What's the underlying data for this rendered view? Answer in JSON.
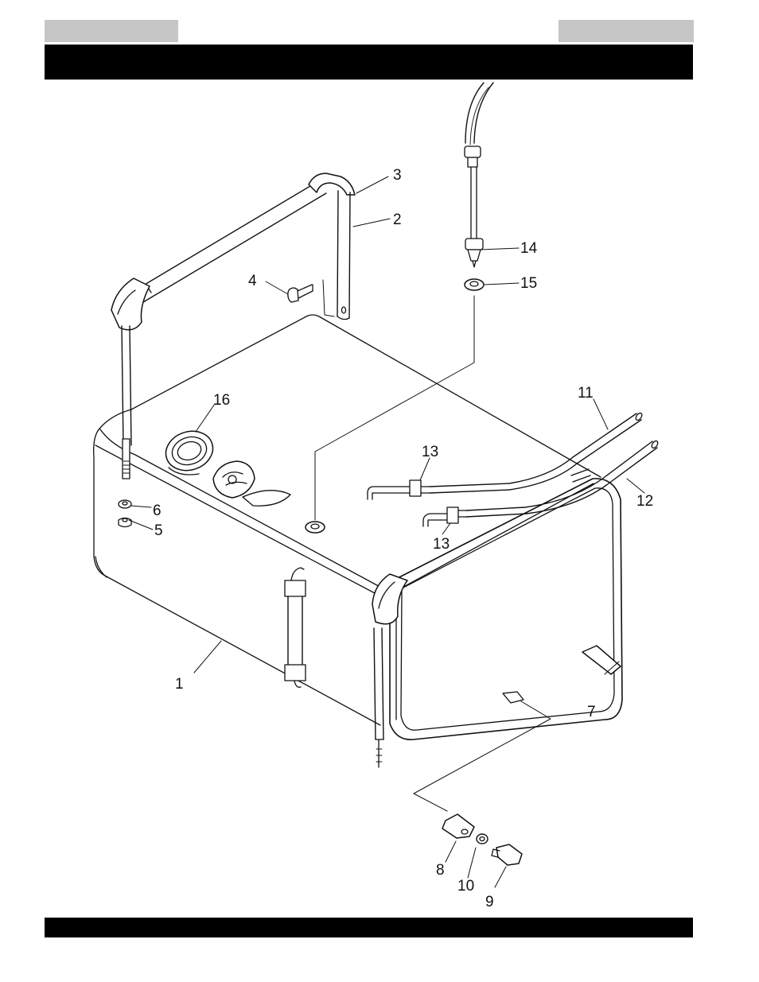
{
  "header": {
    "left_tab": "",
    "right_tab": "",
    "title": ""
  },
  "diagram": {
    "callouts": [
      {
        "id": "c1",
        "label": "1"
      },
      {
        "id": "c2",
        "label": "2"
      },
      {
        "id": "c3",
        "label": "3"
      },
      {
        "id": "c4",
        "label": "4"
      },
      {
        "id": "c5",
        "label": "5"
      },
      {
        "id": "c6",
        "label": "6"
      },
      {
        "id": "c7",
        "label": "7"
      },
      {
        "id": "c8",
        "label": "8"
      },
      {
        "id": "c9",
        "label": "9"
      },
      {
        "id": "c10",
        "label": "10"
      },
      {
        "id": "c11",
        "label": "11"
      },
      {
        "id": "c12",
        "label": "12"
      },
      {
        "id": "c13a",
        "label": "13"
      },
      {
        "id": "c13b",
        "label": "13"
      },
      {
        "id": "c14",
        "label": "14"
      },
      {
        "id": "c15",
        "label": "15"
      },
      {
        "id": "c16",
        "label": "16"
      }
    ]
  },
  "footer": {
    "text": ""
  }
}
